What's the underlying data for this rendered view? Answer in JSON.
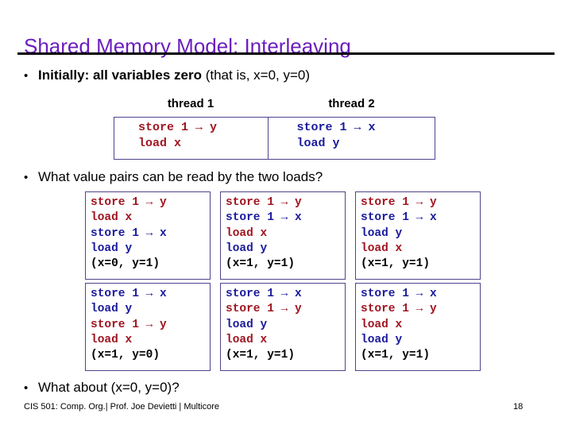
{
  "slide": {
    "title": "Shared Memory Model: Interleaving",
    "accent_color": "#6B1FBF",
    "thread1_color": "#A01520",
    "thread2_color": "#1A1A9C",
    "box_border_color": "#51428C"
  },
  "bullets": {
    "marker": "•",
    "one_strong": "Initially: all variables zero",
    "one_rest": " (that is, x=0, y=0)",
    "two": "What value pairs can be read by the two loads?",
    "three": "What about (x=0, y=0)?"
  },
  "threads": {
    "label1": "thread 1",
    "label2": "thread 2",
    "thread1_code": [
      "store 1 → y",
      "load x"
    ],
    "thread2_code": [
      "store 1 → x",
      "load y"
    ]
  },
  "interleavings": [
    {
      "lines": [
        {
          "text": "store 1 → y",
          "owner": "t1"
        },
        {
          "text": "load x",
          "owner": "t1"
        },
        {
          "text": "store 1 → x",
          "owner": "t2"
        },
        {
          "text": "load y",
          "owner": "t2"
        }
      ],
      "result": "(x=0, y=1)"
    },
    {
      "lines": [
        {
          "text": "store 1 → y",
          "owner": "t1"
        },
        {
          "text": "store 1 → x",
          "owner": "t2"
        },
        {
          "text": "load x",
          "owner": "t1"
        },
        {
          "text": "load y",
          "owner": "t2"
        }
      ],
      "result": "(x=1, y=1)"
    },
    {
      "lines": [
        {
          "text": "store 1 → y",
          "owner": "t1"
        },
        {
          "text": "store 1 → x",
          "owner": "t2"
        },
        {
          "text": "load y",
          "owner": "t2"
        },
        {
          "text": "load x",
          "owner": "t1"
        }
      ],
      "result": "(x=1, y=1)"
    },
    {
      "lines": [
        {
          "text": "store 1 → x",
          "owner": "t2"
        },
        {
          "text": "load y",
          "owner": "t2"
        },
        {
          "text": "store 1 → y",
          "owner": "t1"
        },
        {
          "text": "load x",
          "owner": "t1"
        }
      ],
      "result": "(x=1, y=0)"
    },
    {
      "lines": [
        {
          "text": "store 1 → x",
          "owner": "t2"
        },
        {
          "text": "store 1 → y",
          "owner": "t1"
        },
        {
          "text": "load y",
          "owner": "t2"
        },
        {
          "text": "load x",
          "owner": "t1"
        }
      ],
      "result": "(x=1, y=1)"
    },
    {
      "lines": [
        {
          "text": "store 1 → x",
          "owner": "t2"
        },
        {
          "text": "store 1 → y",
          "owner": "t1"
        },
        {
          "text": "load x",
          "owner": "t1"
        },
        {
          "text": "load y",
          "owner": "t2"
        }
      ],
      "result": "(x=1, y=1)"
    }
  ],
  "footer": {
    "text": "CIS 501: Comp. Org.|  Prof. Joe Devietti  |  Multicore",
    "page": "18"
  }
}
